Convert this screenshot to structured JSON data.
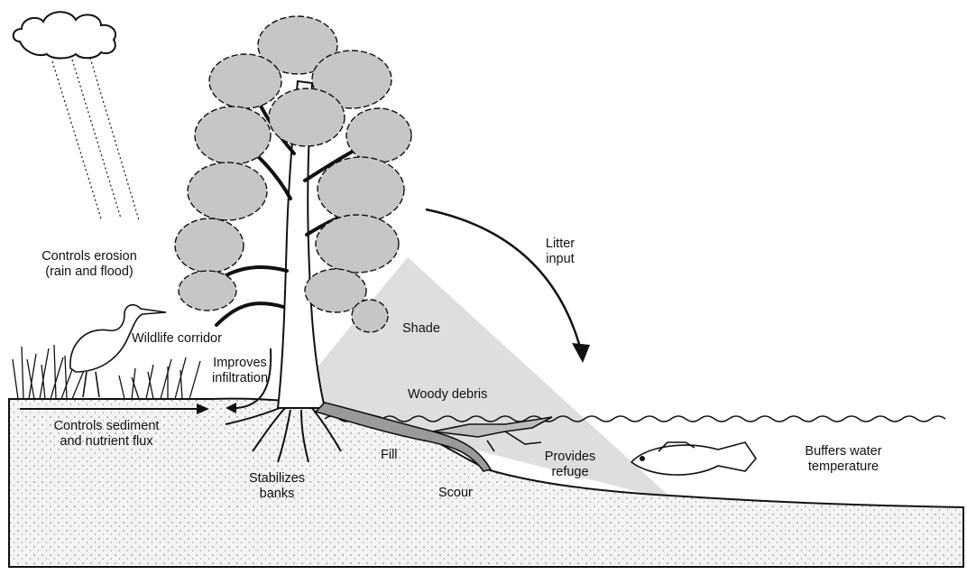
{
  "colors": {
    "ink": "#111111",
    "foliage": "#c4c4c4",
    "shade_wedge": "#dcdcdc",
    "soil": "#f2f2f2",
    "log": "#9a9a9a",
    "background": "#ffffff"
  },
  "icons": [
    "cloud-icon",
    "rain-icon",
    "heron-icon",
    "grass-icon",
    "tree-icon",
    "log-icon",
    "fish-icon",
    "water-wave-icon",
    "curved-arrow-icon"
  ],
  "labels": {
    "controls_erosion": [
      "Controls erosion",
      "(rain and flood)"
    ],
    "wildlife_corridor": "Wildlife corridor",
    "improves_infiltration": [
      "Improves",
      "infiltration"
    ],
    "controls_sediment": [
      "Controls sediment",
      "and nutrient flux"
    ],
    "stabilizes_banks": [
      "Stabilizes",
      "banks"
    ],
    "fill": "Fill",
    "scour": "Scour",
    "woody_debris": "Woody debris",
    "shade": "Shade",
    "litter_input": [
      "Litter",
      "input"
    ],
    "provides_refuge": [
      "Provides",
      "refuge"
    ],
    "buffers_water_temperature": [
      "Buffers water",
      "temperature"
    ]
  }
}
